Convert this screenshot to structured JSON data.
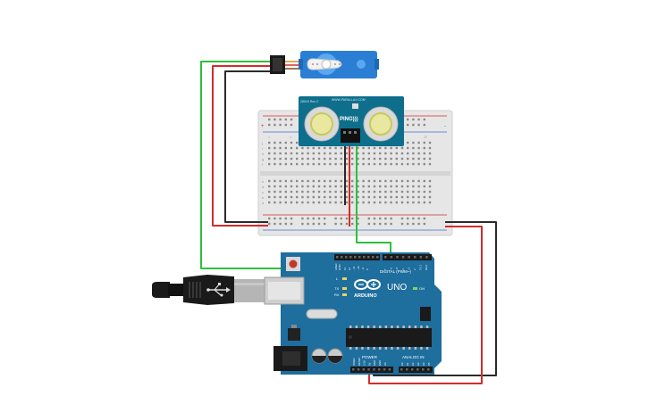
{
  "sensor": {
    "model_label": "PING)))",
    "brand_label": "WWW.PARALLAX.COM",
    "rev_label": "28015 Rev C"
  },
  "arduino": {
    "brand_label": "ARDUINO",
    "model_label": "UNO",
    "digital_label": "DIGITAL (PWM~)",
    "power_label": "POWER",
    "analog_label": "ANALOG IN",
    "aref_label": "AREF",
    "gnd_label": "GND",
    "l_label": "L",
    "tx_label": "TX",
    "rx_label": "RX",
    "on_label": "ON",
    "digital_pins": [
      "13",
      "12",
      "~11",
      "~10",
      "~9",
      "8",
      "7",
      "~6",
      "~5",
      "4",
      "~3",
      "2",
      "TX 1",
      "RX 0"
    ],
    "power_pins": [
      "IOREF",
      "RESET",
      "3.3V",
      "5V",
      "GND",
      "GND",
      "Vin"
    ],
    "analog_pins": [
      "A0",
      "A1",
      "A2",
      "A3",
      "A4",
      "A5"
    ]
  },
  "breadboard": {
    "column_numbers": [
      "1",
      "5",
      "10",
      "15",
      "20",
      "25",
      "30"
    ],
    "row_letters_top": [
      "j",
      "i",
      "h",
      "g",
      "f"
    ],
    "row_letters_bottom": [
      "e",
      "d",
      "c",
      "b",
      "a"
    ],
    "plus_label": "+",
    "minus_label": "-"
  },
  "colors": {
    "wire_green": "#2fbf3c",
    "wire_red": "#d42b2b",
    "wire_black": "#2a2a2a",
    "arduino_blue": "#1e6e9e",
    "sensor_teal": "#0e6f8c",
    "servo_blue": "#2a7fd4"
  }
}
